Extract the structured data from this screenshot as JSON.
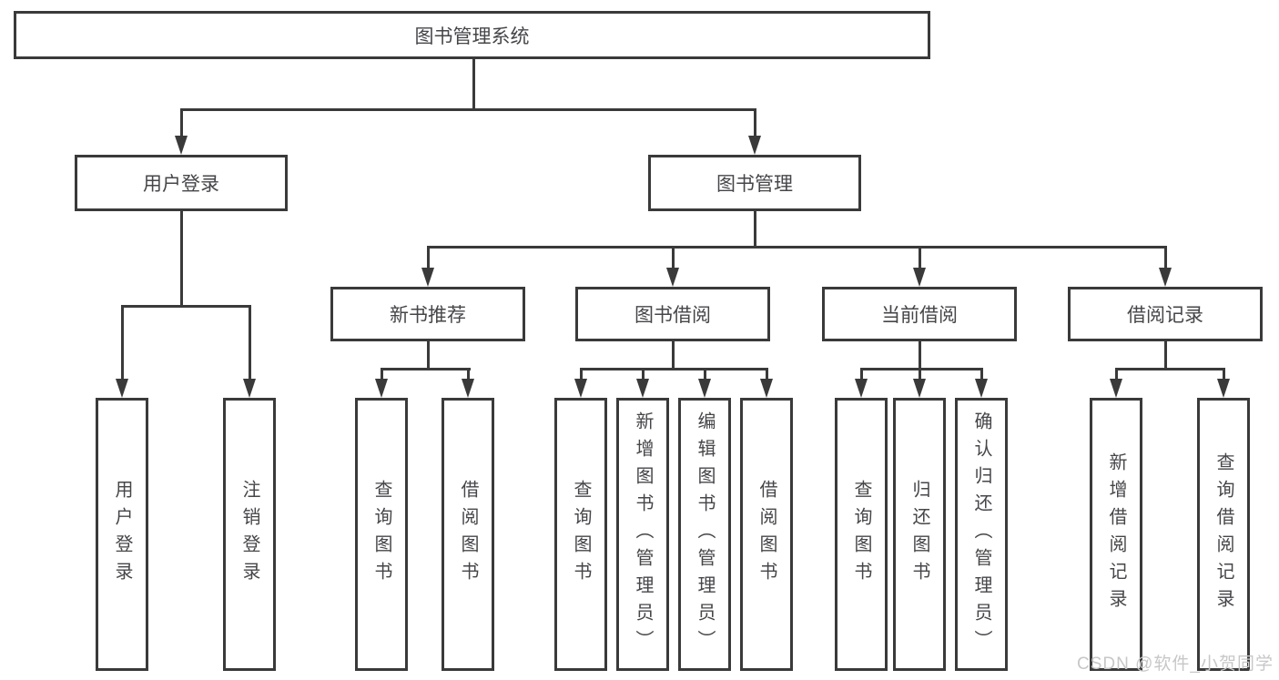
{
  "diagram_title": "图书管理系统",
  "nodes": {
    "root": {
      "label": "图书管理系统"
    },
    "user_login": {
      "label": "用户登录"
    },
    "book_mgmt": {
      "label": "图书管理"
    },
    "new_book_rec": {
      "label": "新书推荐"
    },
    "book_borrow": {
      "label": "图书借阅"
    },
    "current_borrow": {
      "label": "当前借阅"
    },
    "borrow_records": {
      "label": "借阅记录"
    },
    "leaf_user_login": {
      "label": "用户登录"
    },
    "leaf_logout": {
      "label": "注销登录"
    },
    "leaf_query_book_1": {
      "label": "查询图书"
    },
    "leaf_borrow_book_1": {
      "label": "借阅图书"
    },
    "leaf_query_book_2": {
      "label": "查询图书"
    },
    "leaf_add_book": {
      "label": "新增图书（管理员）"
    },
    "leaf_edit_book": {
      "label": "编辑图书（管理员）"
    },
    "leaf_borrow_book_2": {
      "label": "借阅图书"
    },
    "leaf_query_book_3": {
      "label": "查询图书"
    },
    "leaf_return_book": {
      "label": "归还图书"
    },
    "leaf_confirm_return": {
      "label": "确认归还（管理员）"
    },
    "leaf_add_record": {
      "label": "新增借阅记录"
    },
    "leaf_query_record": {
      "label": "查询借阅记录"
    }
  },
  "hierarchy": {
    "图书管理系统": {
      "用户登录": [
        "用户登录",
        "注销登录"
      ],
      "图书管理": {
        "新书推荐": [
          "查询图书",
          "借阅图书"
        ],
        "图书借阅": [
          "查询图书",
          "新增图书（管理员）",
          "编辑图书（管理员）",
          "借阅图书"
        ],
        "当前借阅": [
          "查询图书",
          "归还图书",
          "确认归还（管理员）"
        ],
        "借阅记录": [
          "新增借阅记录",
          "查询借阅记录"
        ]
      }
    }
  },
  "watermark": {
    "text": "CSDN @软件_小贺同学"
  },
  "colors": {
    "background": "#ffffff",
    "line": "#3a3a3a",
    "text": "#46464a",
    "watermark": "#c7c7c7"
  }
}
